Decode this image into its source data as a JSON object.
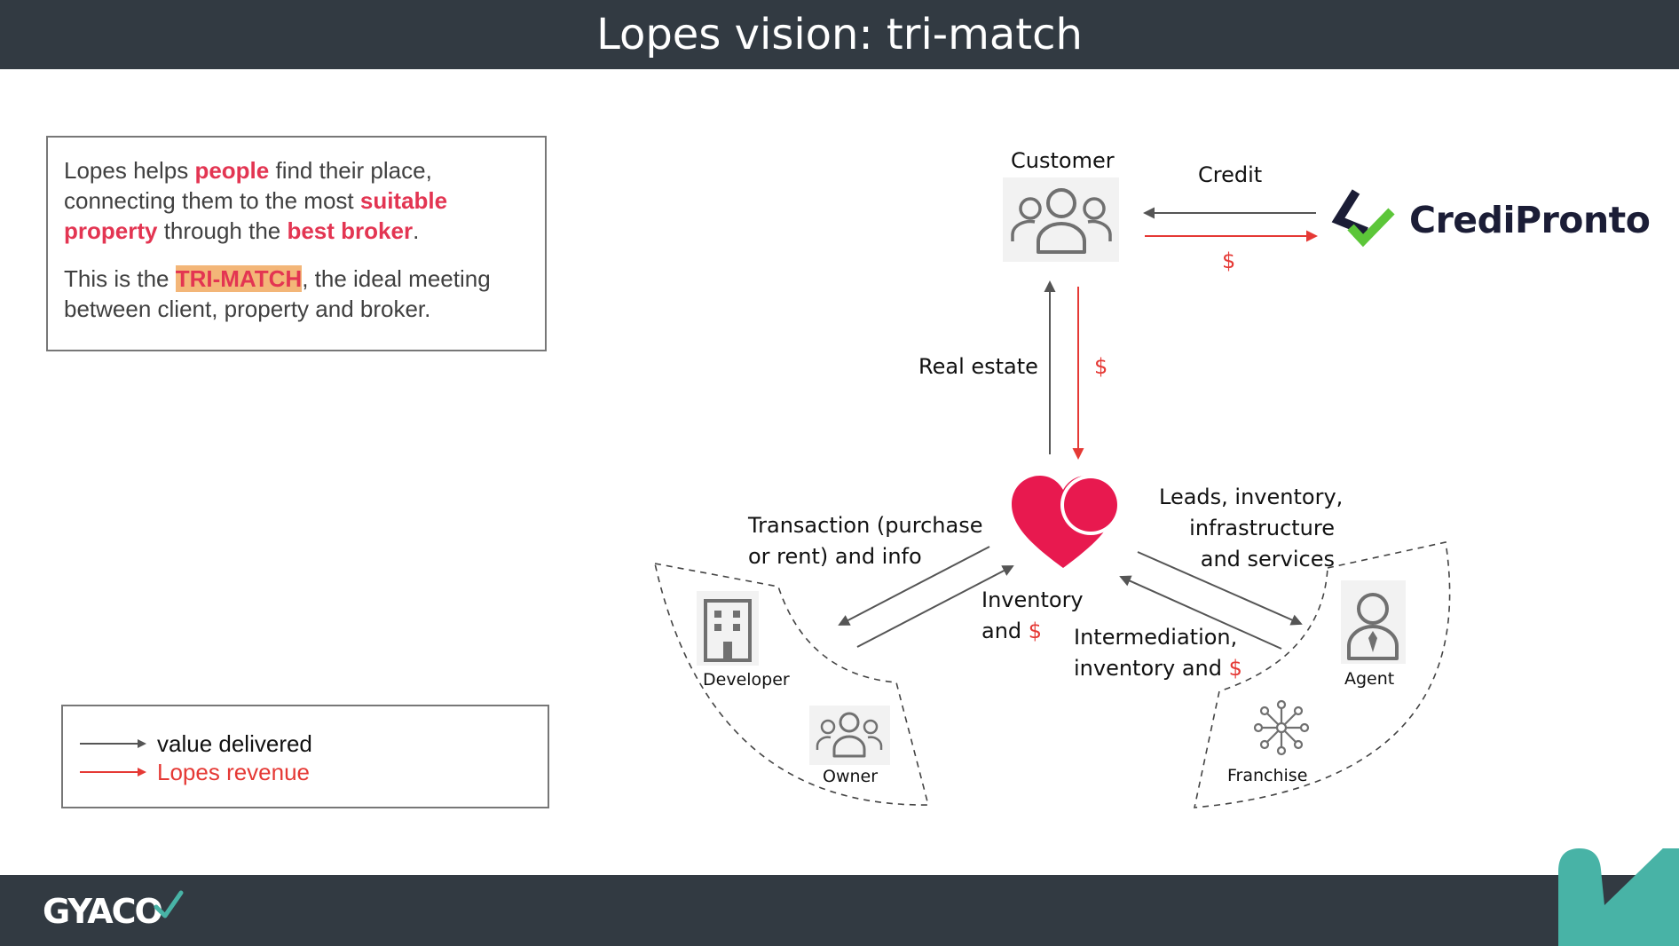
{
  "title": "Lopes vision: tri-match",
  "intro": {
    "p1": [
      {
        "text": "Lopes helps ",
        "style": "normal"
      },
      {
        "text": "people",
        "style": "highlight"
      },
      {
        "text": " find their place, connecting them to the most ",
        "style": "normal"
      },
      {
        "text": "suitable property",
        "style": "highlight"
      },
      {
        "text": " through the ",
        "style": "normal"
      },
      {
        "text": "best broker",
        "style": "highlight"
      },
      {
        "text": ".",
        "style": "normal"
      }
    ],
    "p2": [
      {
        "text": "This is the ",
        "style": "normal"
      },
      {
        "text": "TRI-MATCH",
        "style": "tag"
      },
      {
        "text": ", the ideal meeting between client, property and broker.",
        "style": "normal"
      }
    ]
  },
  "legend": {
    "items": [
      {
        "label": "value delivered",
        "color": "#555555"
      },
      {
        "label": "Lopes revenue",
        "color": "#e53935"
      }
    ]
  },
  "nodes": {
    "customer": "Customer",
    "credipronto": "CrediPronto",
    "developer": "Developer",
    "owner": "Owner",
    "agent": "Agent",
    "franchise": "Franchise"
  },
  "edges": {
    "credit": "Credit",
    "dollar": "$",
    "real_estate": "Real estate",
    "transaction_line1": "Transaction (purchase",
    "transaction_line2": "or rent) and info",
    "inventory_line1": "Inventory",
    "inventory_line2": "and",
    "leads_line1": "Leads, inventory,",
    "leads_line2": "infrastructure",
    "leads_line3": "and services",
    "intermediation_line1": "Intermediation,",
    "intermediation_line2": "inventory and"
  },
  "footer": {
    "logo": "GYACO"
  },
  "colors": {
    "header": "#323a42",
    "accent_red": "#e33552",
    "revenue_red": "#e53935",
    "value_gray": "#555555",
    "tri_match_bg": "#f3b678",
    "teal": "#48b3a6",
    "check_green": "#5cc639",
    "lopes_heart": "#e8194f"
  }
}
